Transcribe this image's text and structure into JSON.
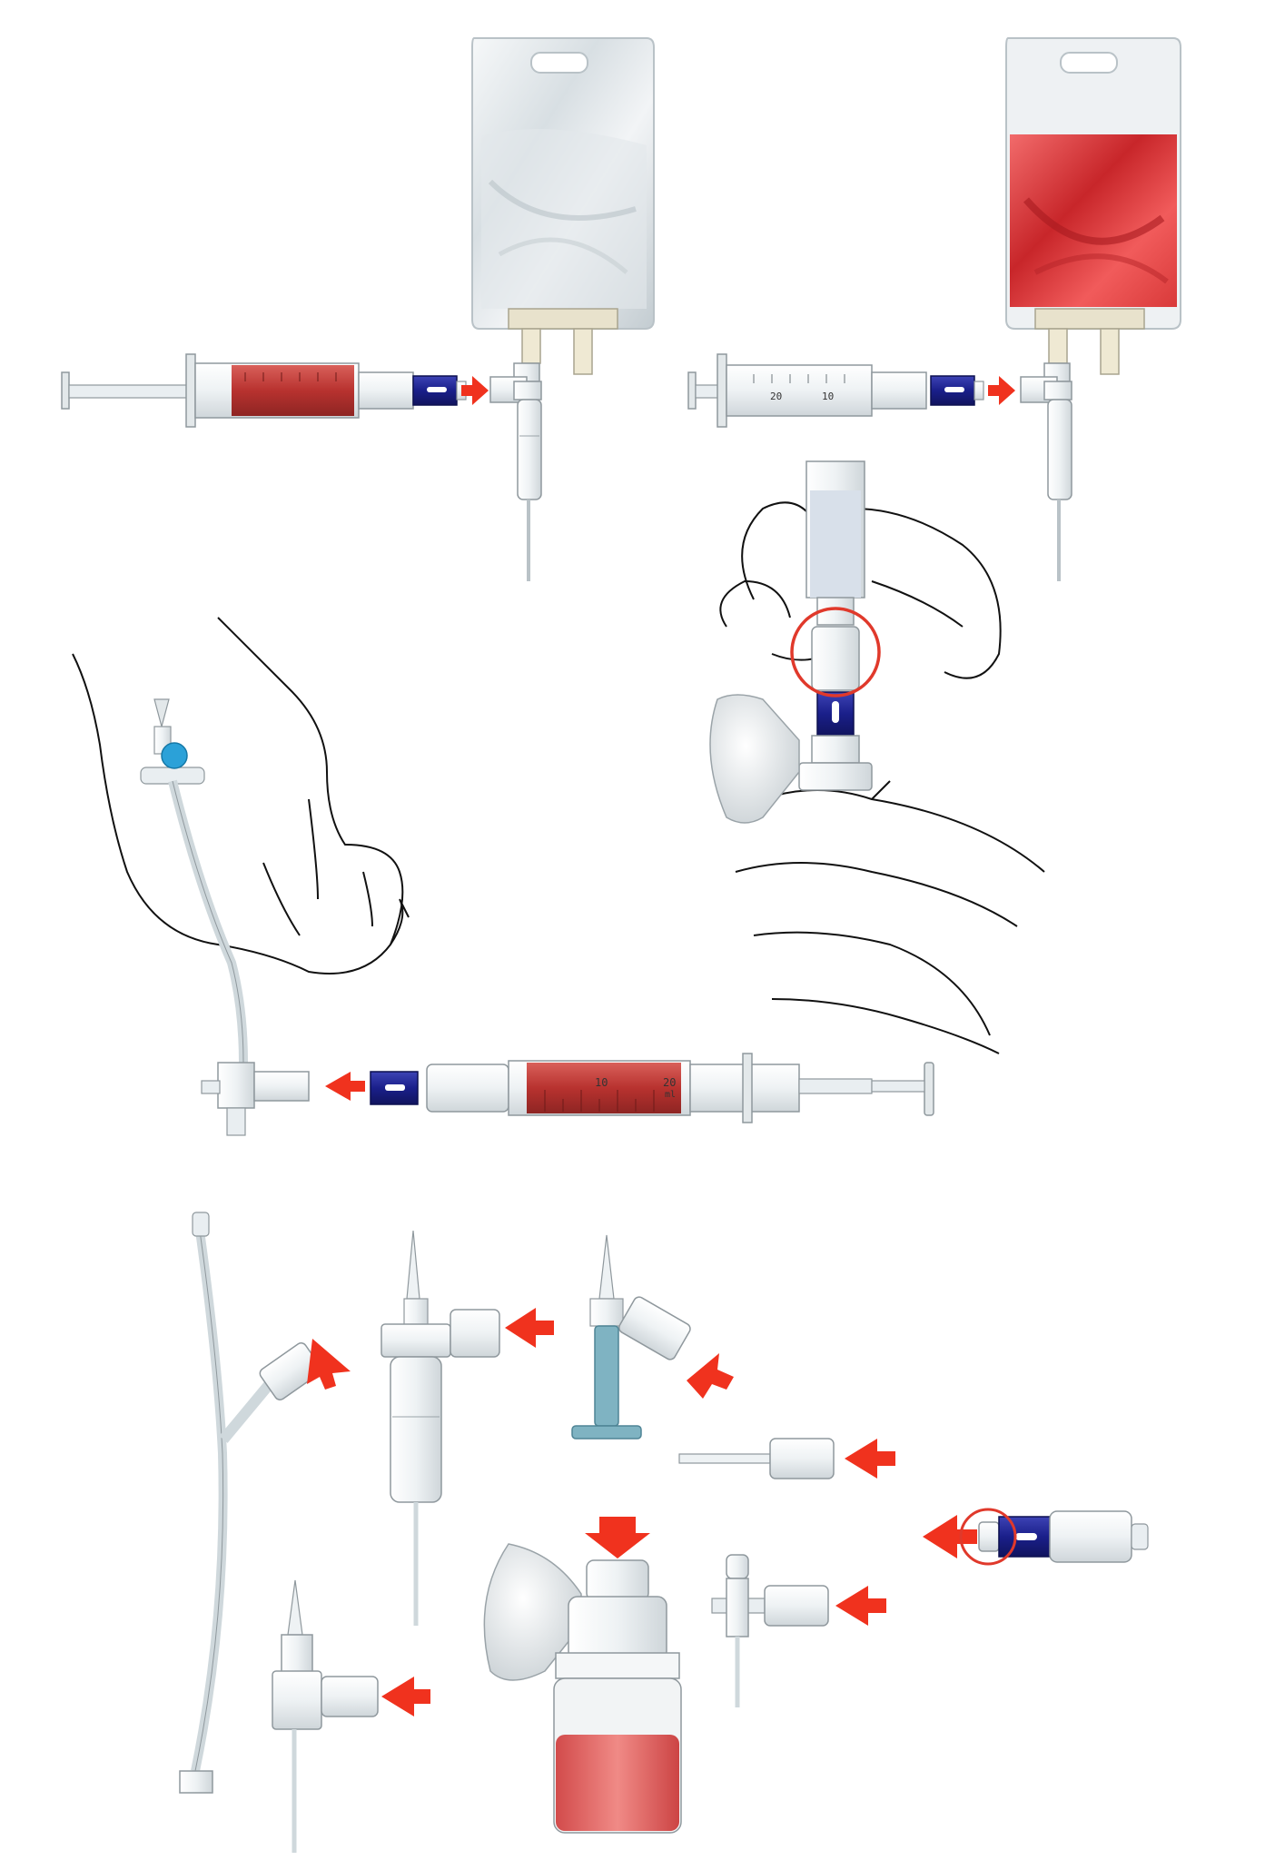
{
  "syringe_scale": {
    "tick_20": "20",
    "tick_10": "10",
    "unit": "ml"
  },
  "colors": {
    "arrow": "#f0321e",
    "connector_blue": "#1a1f8a",
    "blood": "#c8413f",
    "red_fluid": "#e24b4b",
    "plastic": "#e9eef1",
    "outline": "#111111",
    "stopcock_blue": "#2ba1d8",
    "spike_teal": "#7fb3c2",
    "highlight_circle": "#e0392b"
  },
  "icons": {
    "arrow": "red-arrow-icon",
    "highlight": "red-circle-highlight-icon"
  }
}
